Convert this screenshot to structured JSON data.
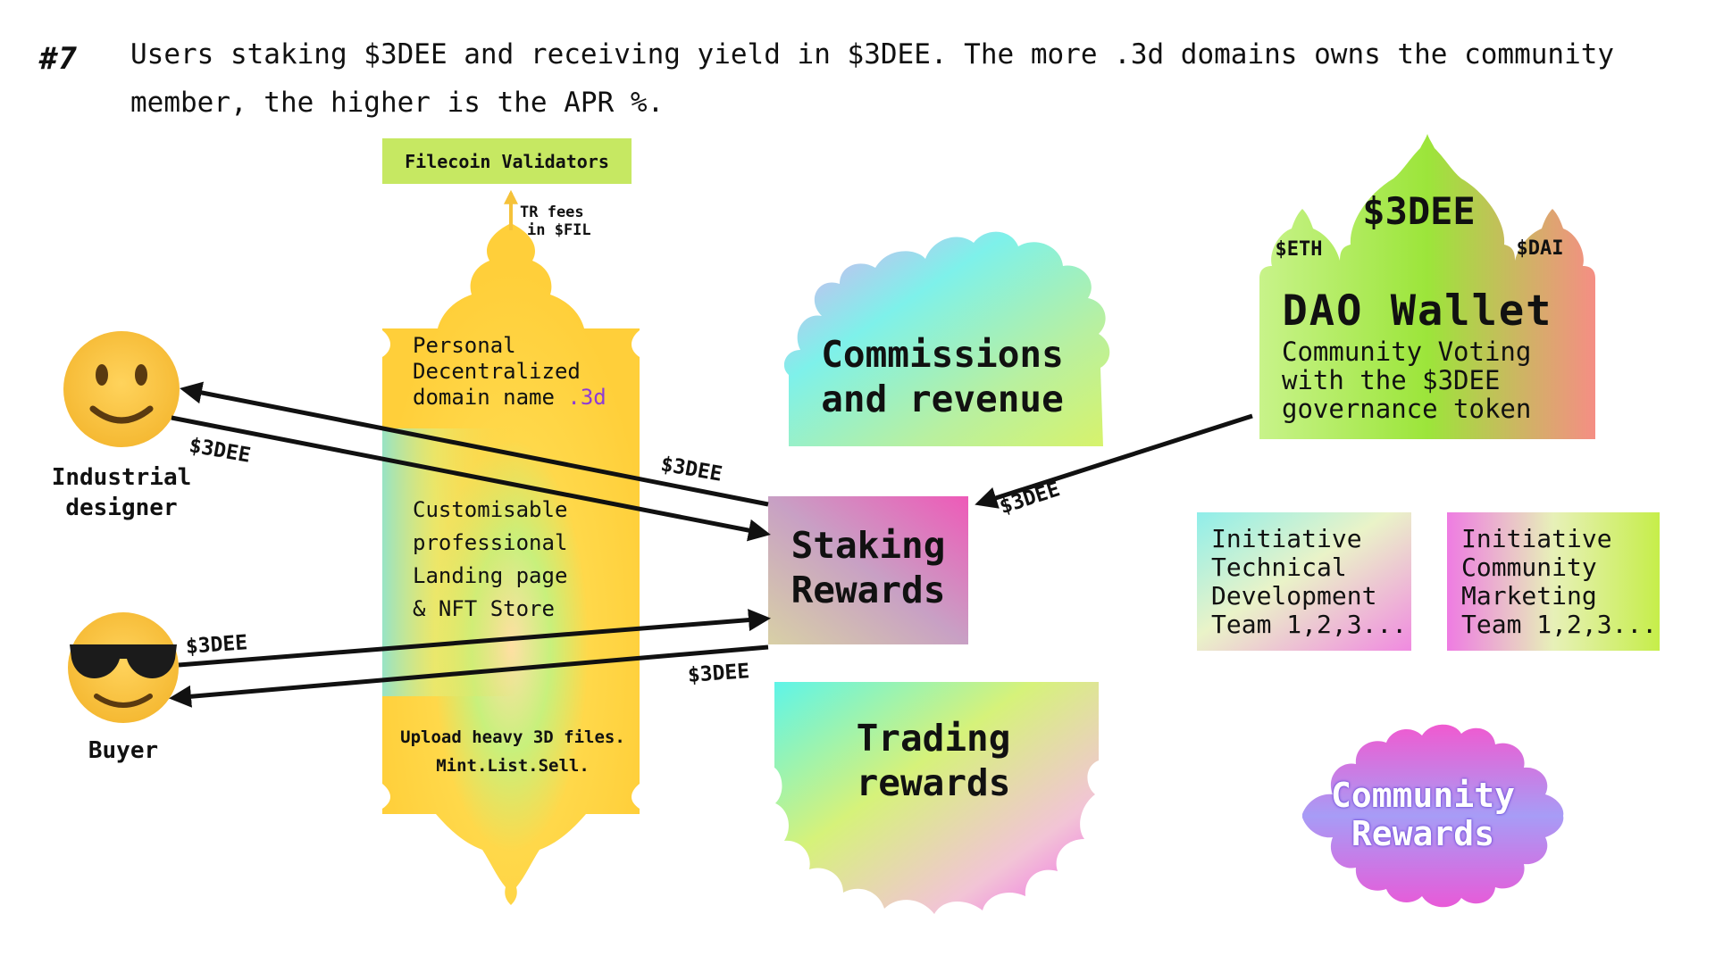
{
  "header": {
    "step_number": "#7",
    "line1": "Users staking $3DEE and receiving yield in $3DEE. The more .3d domains owns the community",
    "line2": "member, the higher is the APR %."
  },
  "filecoin": {
    "label": "Filecoin Validators",
    "fee_line1": "TR fees",
    "fee_line2": "in $FIL"
  },
  "tower": {
    "domain_line1": "Personal",
    "domain_line2": "Decentralized",
    "domain_line3": "domain name",
    "domain_tld": ".3d",
    "landing_line1": "Customisable",
    "landing_line2": "professional",
    "landing_line3": "Landing page",
    "landing_line4": "& NFT Store",
    "upload_line1": "Upload heavy 3D files.",
    "upload_line2": "Mint.List.Sell."
  },
  "personas": {
    "designer_line1": "Industrial",
    "designer_line2": "designer",
    "buyer": "Buyer"
  },
  "commissions": {
    "line1": "Commissions",
    "line2": "and revenue"
  },
  "staking": {
    "line1": "Staking",
    "line2": "Rewards"
  },
  "trading": {
    "line1": "Trading",
    "line2": "rewards"
  },
  "amounts": {
    "designer_out": "$3DEE",
    "designer_in": "$3DEE",
    "buyer_out": "$3DEE",
    "buyer_in": "$3DEE",
    "dao_flow": "$3DEE"
  },
  "dao": {
    "dome_center": "$3DEE",
    "dome_left": "$ETH",
    "dome_right": "$DAI",
    "title": "DAO Wallet",
    "desc_line1": "Community Voting",
    "desc_line2": "with the $3DEE",
    "desc_line3": "governance token"
  },
  "initiatives": {
    "tech_line1": "Initiative",
    "tech_line2": "Technical",
    "tech_line3": "Development",
    "tech_line4": "Team 1,2,3...",
    "mkt_line1": "Initiative",
    "mkt_line2": "Community",
    "mkt_line3": "Marketing",
    "mkt_line4": "Team 1,2,3..."
  },
  "community_rewards": {
    "line1": "Community",
    "line2": "Rewards"
  },
  "colors": {
    "tower_yellow": "#ffd84a",
    "filecoin_green": "#c6e862",
    "tld_purple": "#8e3bd6",
    "dao_green": "#9ce53a",
    "dao_salmon": "#f58e84",
    "arrow_black": "#111111"
  },
  "icons": {
    "designer": "smiley-face-icon",
    "buyer": "sunglasses-face-icon"
  }
}
